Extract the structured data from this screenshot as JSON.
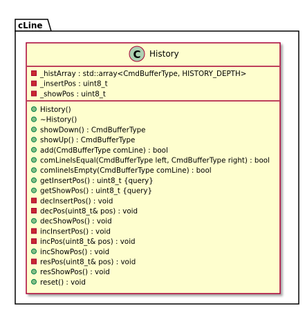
{
  "package": {
    "name": "cLine"
  },
  "class": {
    "stereotype_letter": "C",
    "name": "History",
    "fields": [
      {
        "visibility": "private",
        "text": "_histArray : std::array<CmdBufferType, HISTORY_DEPTH>"
      },
      {
        "visibility": "private",
        "text": "_insertPos : uint8_t"
      },
      {
        "visibility": "private",
        "text": "_showPos : uint8_t"
      }
    ],
    "methods": [
      {
        "visibility": "public",
        "text": "History()"
      },
      {
        "visibility": "public",
        "text": "~History()"
      },
      {
        "visibility": "public",
        "text": "showDown() : CmdBufferType"
      },
      {
        "visibility": "public",
        "text": "showUp() : CmdBufferType"
      },
      {
        "visibility": "public",
        "text": "add(CmdBufferType comLine) : bool"
      },
      {
        "visibility": "public",
        "text": "comLineIsEqual(CmdBufferType left, CmdBufferType right) : bool"
      },
      {
        "visibility": "public",
        "text": "comlineIsEmpty(CmdBufferType comLine) : bool"
      },
      {
        "visibility": "public",
        "text": "getInsertPos() : uint8_t {query}"
      },
      {
        "visibility": "public",
        "text": "getShowPos() : uint8_t {query}"
      },
      {
        "visibility": "private",
        "text": "decInsertPos() : void"
      },
      {
        "visibility": "private",
        "text": "decPos(uint8_t& pos) : void"
      },
      {
        "visibility": "public",
        "text": "decShowPos() : void"
      },
      {
        "visibility": "private",
        "text": "incInsertPos() : void"
      },
      {
        "visibility": "private",
        "text": "incPos(uint8_t& pos) : void"
      },
      {
        "visibility": "public",
        "text": "incShowPos() : void"
      },
      {
        "visibility": "private",
        "text": "resPos(uint8_t& pos) : void"
      },
      {
        "visibility": "public",
        "text": "resShowPos() : void"
      },
      {
        "visibility": "public",
        "text": "reset() : void"
      }
    ]
  },
  "colors": {
    "class_fill": "#FEFECE",
    "class_border": "#A80036",
    "circle_fill": "#ADD1B2",
    "public_marker": "#84BE84",
    "public_marker_border": "#038048",
    "private_marker": "#C82930",
    "private_marker_border": "#A80036"
  }
}
